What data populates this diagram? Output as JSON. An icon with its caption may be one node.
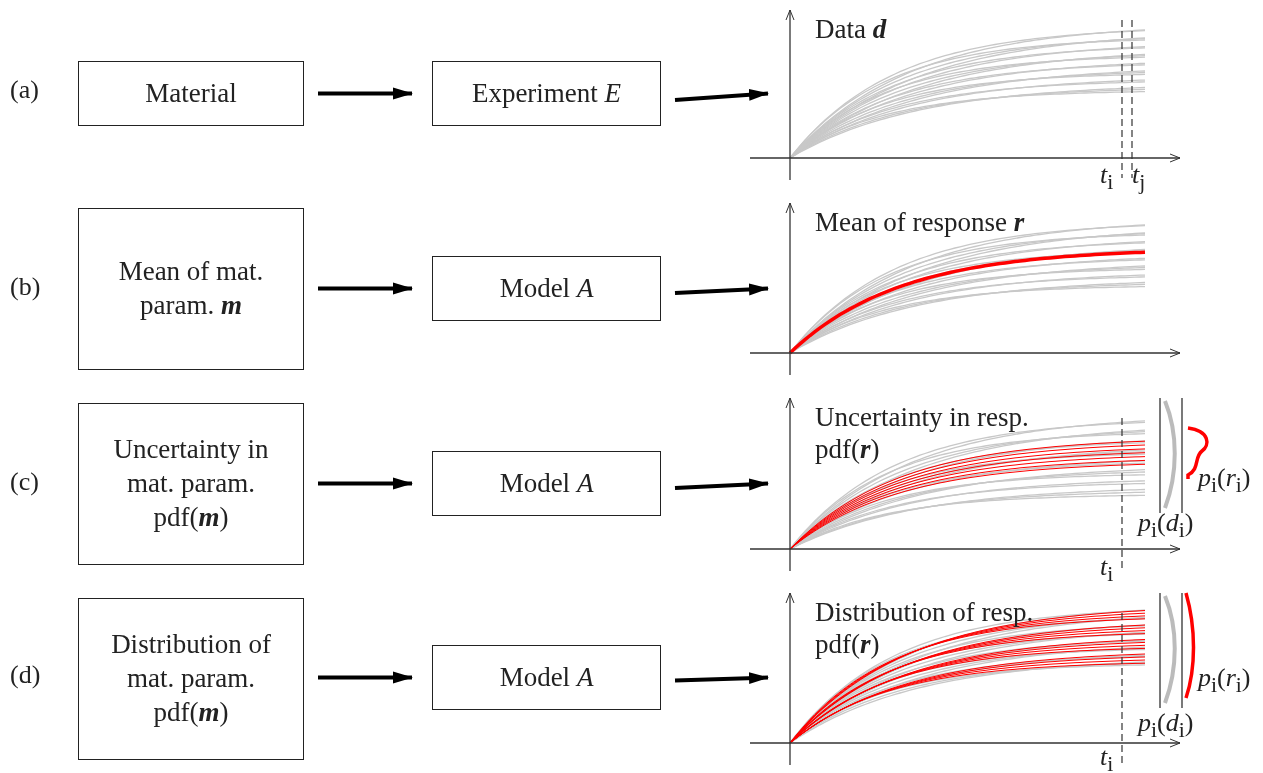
{
  "diagram": {
    "nodes": [
      {
        "text": [
          "Material"
        ]
      },
      {
        "text": [
          "Experiment *E*"
        ]
      },
      {
        "text": [
          "Data **d**"
        ]
      },
      {
        "text": [
          "Mean of mat. param. **m**"
        ]
      },
      {
        "text": [
          "Model *A*"
        ]
      },
      {
        "text": [
          "Mean of response **r**"
        ]
      },
      {
        "text": [
          "Uncertainty in mat. param. pdf(**m**)"
        ]
      },
      {
        "text": [
          "Model *A*"
        ]
      },
      {
        "text": [
          "Uncertainty in resp. pdf(**r**)"
        ]
      },
      {
        "text": [
          "Distribution of mat. param. pdf(**m**)"
        ]
      },
      {
        "text": [
          "Model *A*"
        ]
      },
      {
        "text": [
          "Distribution of resp. pdf(**r**)"
        ]
      }
    ],
    "edges": [
      {
        "from": 0,
        "to": 1,
        "arrow": "to"
      },
      {
        "from": 1,
        "to": 2,
        "arrow": "to"
      },
      {
        "from": 3,
        "to": 4,
        "arrow": "to"
      },
      {
        "from": 4,
        "to": 5,
        "arrow": "to"
      },
      {
        "from": 6,
        "to": 7,
        "arrow": "to"
      },
      {
        "from": 7,
        "to": 8,
        "arrow": "to"
      },
      {
        "from": 9,
        "to": 10,
        "arrow": "to"
      },
      {
        "from": 10,
        "to": 11,
        "arrow": "to"
      }
    ],
    "labels": [
      "(a)",
      "*t*$_{i}$",
      "*t*$_{j}$",
      "(b)",
      "(c)",
      "*p*$_{i}$(*r*$_{i}$)",
      "*p*$_{i}$(*d*$_{i}$)",
      "*t*$_{i}$",
      "(d)",
      "*p*$_{i}$(*r*$_{i}$)",
      "*p*$_{i}$(*d*$_{i}$)",
      "*t*$_{i}$"
    ]
  }
}
